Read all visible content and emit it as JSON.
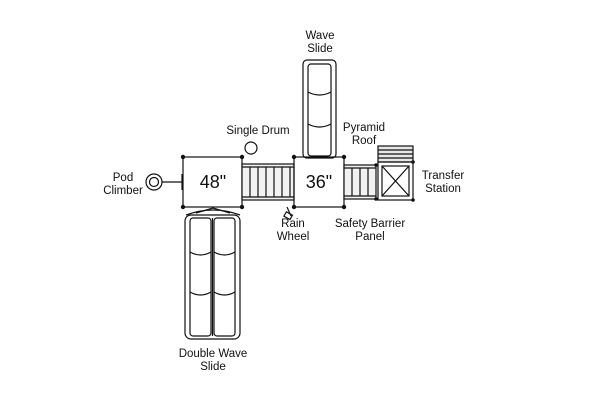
{
  "colors": {
    "stroke": "#111111",
    "background": "#ffffff",
    "fill_dark": "#222222",
    "fill_light": "#f2f2f2"
  },
  "decks": {
    "left_size": "48\"",
    "right_size": "36\""
  },
  "labels": {
    "wave_slide": [
      "Wave",
      "Slide"
    ],
    "single_drum": [
      "Single Drum"
    ],
    "pyramid_roof": [
      "Pyramid",
      "Roof"
    ],
    "pod_climber": [
      "Pod",
      "Climber"
    ],
    "transfer_station": [
      "Transfer",
      "Station"
    ],
    "rain_wheel": [
      "Rain",
      "Wheel"
    ],
    "safety_barrier_panel": [
      "Safety Barrier",
      "Panel"
    ],
    "double_wave_slide": [
      "Double Wave",
      "Slide"
    ]
  }
}
